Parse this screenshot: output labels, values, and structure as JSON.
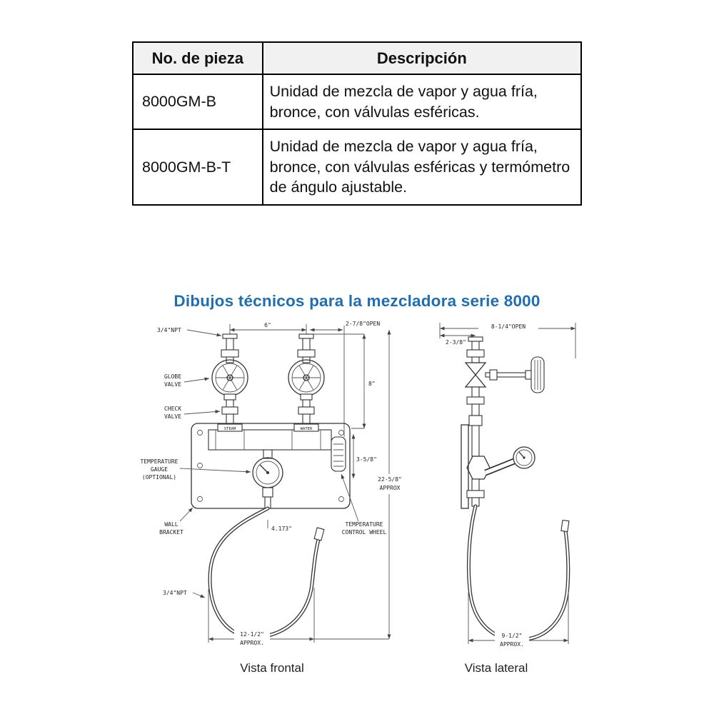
{
  "parts_table": {
    "headers": [
      "No. de pieza",
      "Descripción"
    ],
    "rows": [
      {
        "part_number": "8000GM-B",
        "description": "Unidad de mezcla de vapor y agua fría, bronce, con válvulas esféricas."
      },
      {
        "part_number": "8000GM-B-T",
        "description": "Unidad de mezcla de vapor y agua fría, bronce, con válvulas esféricas y termómetro de ángulo ajustable."
      }
    ]
  },
  "section": {
    "heading": "Dibujos técnicos para la mezcladora serie 8000",
    "heading_color": "#1e6eb4"
  },
  "front_view": {
    "caption": "Vista frontal",
    "dimensions": {
      "top_span": "6\"",
      "open_width": "2-7/8\"OPEN",
      "valve_height": "8\"",
      "body_height": "3-5/8\"",
      "overall_height": [
        "22-5/8\"",
        "APPROX"
      ],
      "gauge_offset": "4.173\"",
      "hose_width": [
        "12-1/2\"",
        "APPROX."
      ]
    },
    "labels": {
      "npt_top": "3/4\"NPT",
      "globe_valve": [
        "GLOBE",
        "VALVE"
      ],
      "check_valve": [
        "CHECK",
        "VALVE"
      ],
      "temperature_gauge": [
        "TEMPERATURE",
        "GAUGE",
        "(OPTIONAL)"
      ],
      "wall_bracket": [
        "WALL",
        "BRACKET"
      ],
      "npt_bottom": "3/4\"NPT",
      "control_wheel": [
        "TEMPERATURE",
        "CONTROL WHEEL"
      ],
      "steam_inlet": "STEAM",
      "water_inlet": "WATER"
    }
  },
  "side_view": {
    "caption": "Vista lateral",
    "dimensions": {
      "open_depth": "8-1/4\"OPEN",
      "offset": "2-3/8\"",
      "hose_width": [
        "9-1/2\"",
        "APPROX."
      ]
    }
  }
}
